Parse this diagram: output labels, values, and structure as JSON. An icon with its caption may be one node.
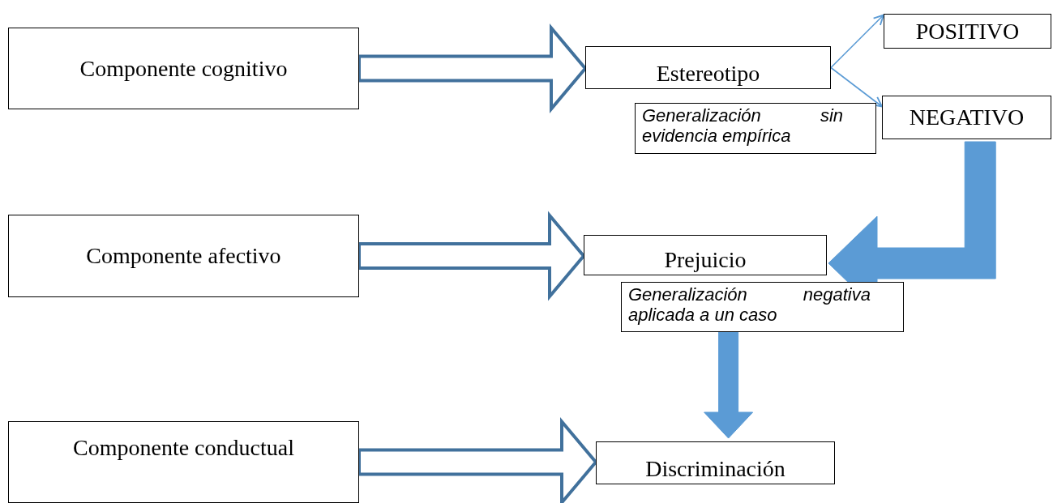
{
  "diagram": {
    "nodes": [
      {
        "text": [
          "Componente cognitivo"
        ]
      },
      {
        "text": [
          "Estereotipo"
        ]
      },
      {
        "text": [
          "POSITIVO"
        ]
      },
      {
        "text": [
          "NEGATIVO"
        ]
      },
      {
        "text": [
          "Generalización sin evidencia empírica"
        ]
      },
      {
        "text": [
          "Componente afectivo"
        ]
      },
      {
        "text": [
          "Prejuicio"
        ]
      },
      {
        "text": [
          "Generalización negativa aplicada a un caso"
        ]
      },
      {
        "text": [
          "Componente conductual"
        ]
      },
      {
        "text": [
          "Discriminación"
        ]
      }
    ],
    "edges": [
      {
        "from": 0,
        "to": 1,
        "arrow": "to",
        "style": "thick"
      },
      {
        "from": 1,
        "to": 2,
        "arrow": "to",
        "color": "#5b9bd5"
      },
      {
        "from": 1,
        "to": 3,
        "arrow": "to",
        "color": "#5b9bd5"
      },
      {
        "from": 3,
        "to": 6,
        "arrow": "to",
        "style": "thick",
        "color": "#5b9bd5"
      },
      {
        "from": 5,
        "to": 6,
        "arrow": "to",
        "style": "thick"
      },
      {
        "from": 7,
        "to": 9,
        "arrow": "to",
        "style": "thick",
        "color": "#5b9bd5"
      },
      {
        "from": 8,
        "to": 9,
        "arrow": "to",
        "style": "thick"
      }
    ]
  }
}
